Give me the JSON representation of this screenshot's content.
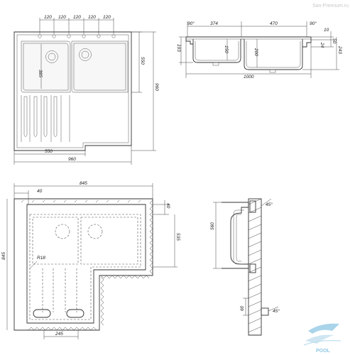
{
  "watermark": "San-Premium.ru",
  "logo_text": "POOL",
  "top_view": {
    "hole_spacing": [
      "120",
      "120",
      "120",
      "120",
      "120"
    ],
    "bowl_depth": "385",
    "side_height": "550",
    "total_height": "960",
    "bottom_width": "550",
    "total_width": "960"
  },
  "front_section": {
    "left_angle": "90°",
    "left_bowl_width": "374",
    "right_bowl_width": "470",
    "right_angle": "90°",
    "rim_depth": "10",
    "flange": "50",
    "left_height": "193",
    "left_bowl_depth": "150",
    "right_bowl_depth": "200",
    "edge_24": "24",
    "right_height": "243",
    "total_length": "1000"
  },
  "cabinet_view": {
    "total_width": "845",
    "offset": "40",
    "right_offset": "40",
    "right_depth": "535",
    "total_height": "845",
    "radius": "R18",
    "drain_width": "245"
  },
  "side_section": {
    "height": "560",
    "angle_top": "45°",
    "depth_bottom": "60",
    "angle_bottom": "45°"
  }
}
